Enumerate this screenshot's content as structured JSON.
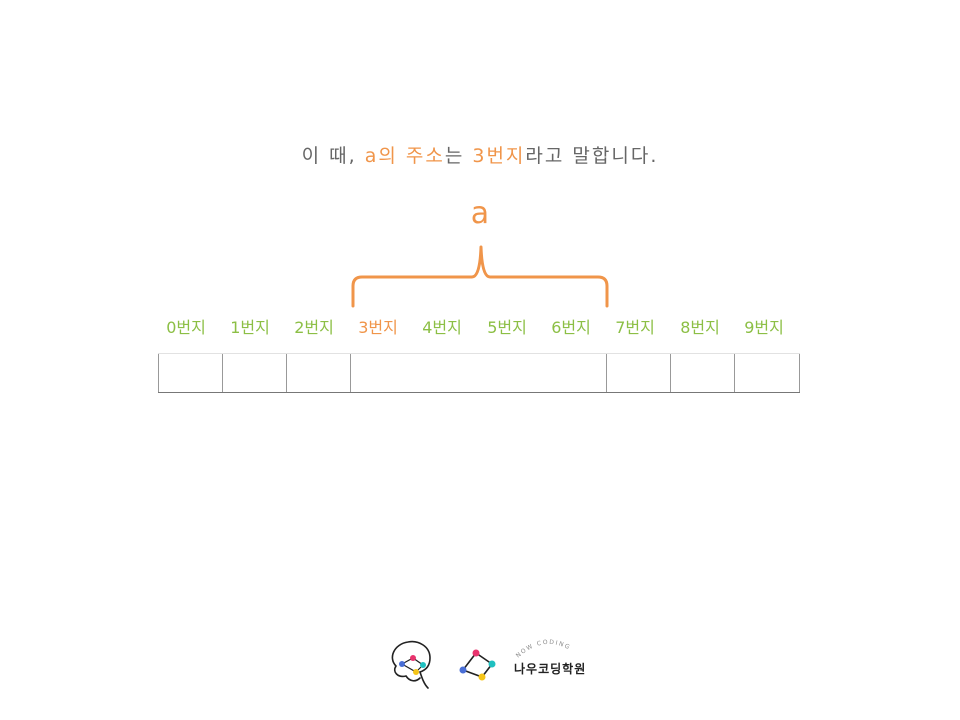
{
  "caption": {
    "part1": "이 때, ",
    "var": "a의 주소",
    "part2": "는 ",
    "address": "3번지",
    "part3": "라고 말합니다."
  },
  "variable_label": "a",
  "addresses": [
    "0번지",
    "1번지",
    "2번지",
    "3번지",
    "4번지",
    "5번지",
    "6번지",
    "7번지",
    "8번지",
    "9번지"
  ],
  "highlighted_range": [
    3,
    6
  ],
  "footer": {
    "brand": "나우코딩학원",
    "tagline": "NOW CODING"
  },
  "colors": {
    "accent": "#f0954a",
    "address": "#8cbf45",
    "text": "#666666"
  }
}
